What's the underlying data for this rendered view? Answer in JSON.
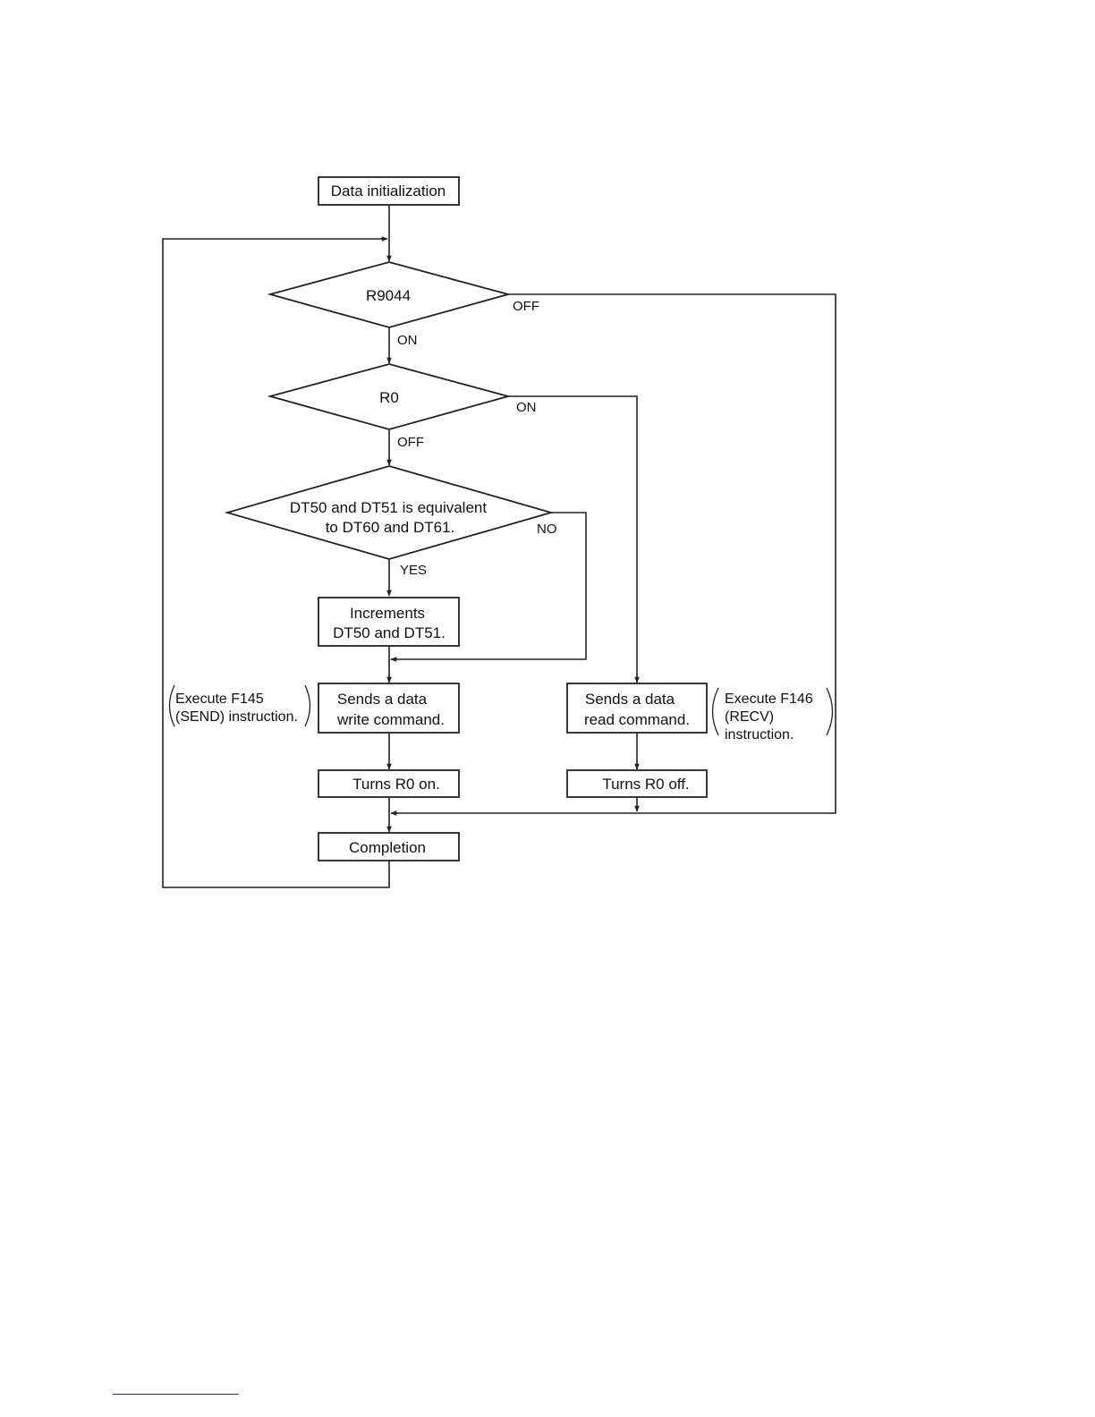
{
  "nodes": {
    "data_init": "Data initialization",
    "r9044": "R9044",
    "r0": "R0",
    "compare_line1": "DT50 and DT51 is equivalent",
    "compare_line2": "to DT60 and DT61.",
    "increment_line1": "Increments",
    "increment_line2": "DT50 and DT51.",
    "send_line1": "Sends a data",
    "send_line2": "write command.",
    "read_line1": "Sends a data",
    "read_line2": "read command.",
    "r0_on": "Turns R0 on.",
    "r0_off": "Turns R0 off.",
    "completion": "Completion"
  },
  "edge_labels": {
    "r9044_off": "OFF",
    "r9044_on": "ON",
    "r0_on": "ON",
    "r0_off": "OFF",
    "compare_no": "NO",
    "compare_yes": "YES"
  },
  "notes": {
    "send_note_line1": "Execute F145",
    "send_note_line2": "(SEND) instruction.",
    "recv_note_line1": "Execute F146",
    "recv_note_line2": "(RECV)",
    "recv_note_line3": "instruction."
  },
  "colors": {
    "stroke": "#222222",
    "footer_rule": "#2b2bb0"
  }
}
